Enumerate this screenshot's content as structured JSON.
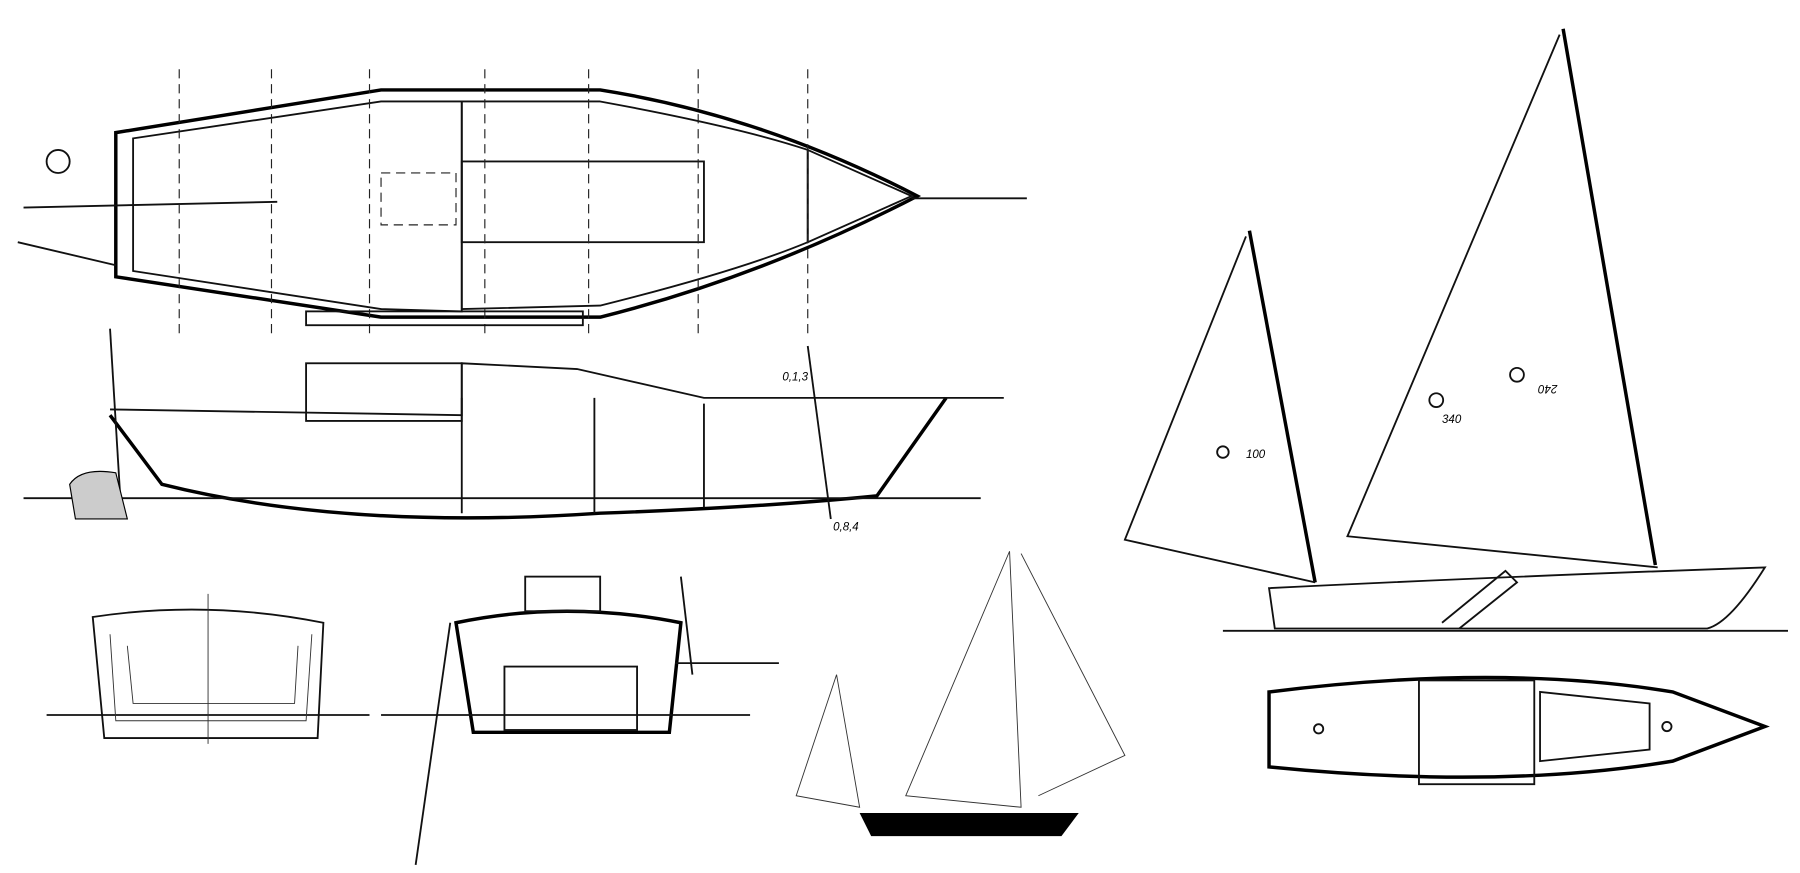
{
  "profile_section": {
    "dim_top": "0,1,3",
    "dim_bottom": "0,8,4"
  },
  "sail_plan": {
    "mizzen_area": "100",
    "main_area": "340",
    "main_area_alt": "240"
  },
  "colors": {
    "ink": "#000000",
    "paper": "#ffffff",
    "stipple": "#e8e8e8"
  }
}
